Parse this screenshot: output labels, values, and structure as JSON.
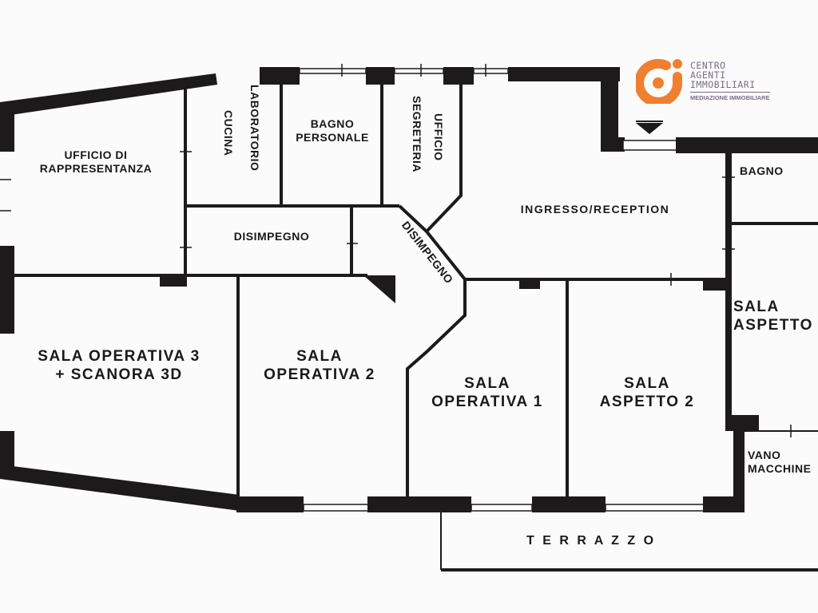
{
  "logo": {
    "line1": "CENTRO",
    "line2": "AGENTI",
    "line3": "IMMOBILIARI",
    "tagline": "MEDIAZIONE IMMOBILIARE",
    "brand_color": "#f07f32",
    "text_color": "#7a6d8a"
  },
  "rooms": {
    "ufficio_rappresentanza": "UFFICIO DI\nRAPPRESENTANZA",
    "laboratorio_cucina_1": "LABORATORIO",
    "laboratorio_cucina_2": "CUCINA",
    "bagno_personale": "BAGNO\nPERSONALE",
    "ufficio_segreteria_1": "UFFICIO",
    "ufficio_segreteria_2": "SEGRETERIA",
    "ingresso": "INGRESSO/RECEPTION",
    "bagno": "BAGNO",
    "disimpegno_1": "DISIMPEGNO",
    "disimpegno_2": "DISIMPEGNO",
    "sala_operativa_3": "SALA OPERATIVA 3\n+ SCANORA 3D",
    "sala_operativa_2": "SALA\nOPERATIVA 2",
    "sala_operativa_1": "SALA\nOPERATIVA 1",
    "sala_aspetto_2": "SALA\nASPETTO 2",
    "sala_aspetto": "SALA\nASPETTO",
    "vano_macchine": "VANO\nMACCHINE",
    "terrazzo": "T E R R A Z Z O"
  },
  "colors": {
    "wall": "#1c1a1a",
    "background": "#fbfbfb"
  }
}
